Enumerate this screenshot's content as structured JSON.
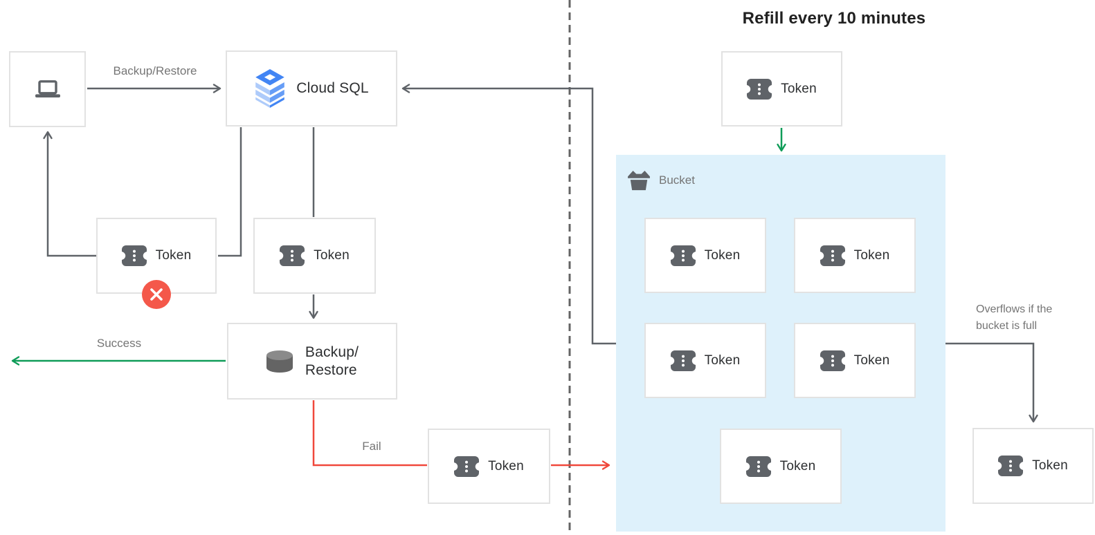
{
  "diagram": {
    "refill_title": "Refill every 10 minutes",
    "labels": {
      "token": "Token",
      "cloud_sql": "Cloud SQL",
      "backup_restore_box_line1": "Backup/",
      "backup_restore_box_line2": "Restore",
      "backup_restore_edge": "Backup/Restore",
      "success": "Success",
      "fail": "Fail",
      "bucket": "Bucket",
      "overflow_line1": "Overflows if the",
      "overflow_line2": "bucket is full"
    },
    "icons": {
      "laptop": "laptop-icon",
      "cloud_sql": "cloud-sql-icon",
      "token": "token-icon",
      "database": "database-icon",
      "bucket": "bucket-icon",
      "error": "error-x-icon"
    },
    "colors": {
      "success_green": "#0f9c58",
      "fail_red": "#f0483b",
      "error_badge_red": "#f4584a",
      "connector_gray": "#5f6368",
      "divider_gray": "#646464",
      "bucket_bg": "#def1fb",
      "box_border": "#e2e2e2",
      "text_primary": "#2d2f31",
      "text_secondary": "#757575",
      "cloud_sql_blue": "#4285f4",
      "cloud_sql_blue_light": "#aecbfa",
      "cloud_sql_blue_mid": "#669df6"
    }
  }
}
